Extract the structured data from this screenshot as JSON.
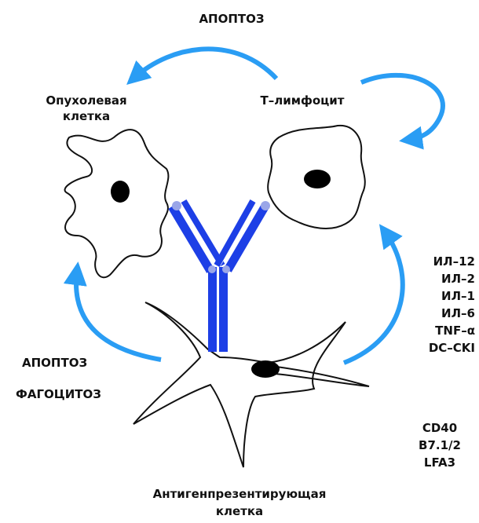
{
  "labels": {
    "apoptosis_top": "АПОПТОЗ",
    "tumor_cell_line1": "Опухолевая",
    "tumor_cell_line2": "клетка",
    "t_lymphocyte": "Т–лимфоцит",
    "apoptosis_bottom": "АПОПТОЗ",
    "phagocytosis": "ФАГОЦИТОЗ",
    "apc_line1": "Антигенпрезентирующая",
    "apc_line2": "клетка"
  },
  "cytokines": [
    "ИЛ–12",
    "ИЛ–2",
    "ИЛ–1",
    "ИЛ–6",
    "TNF–α",
    "DC–CKI"
  ],
  "surface_molecules": [
    "CD40",
    "B7.1/2",
    "LFA3"
  ],
  "colors": {
    "arrow": "#2a9df4",
    "antibody": "#1d3fe6",
    "cell_outline": "#111111",
    "nucleus": "#000000"
  }
}
